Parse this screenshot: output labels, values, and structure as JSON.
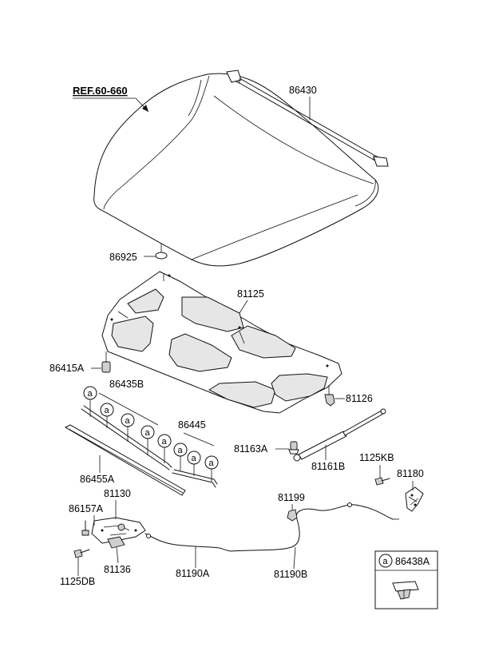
{
  "reference": "REF.60-660",
  "callout_letter": "a",
  "legend_box": {
    "letter": "a",
    "part_number": "86438A"
  },
  "parts": {
    "p86430": "86430",
    "p86925": "86925",
    "p81125": "81125",
    "p86415A": "86415A",
    "p86435B": "86435B",
    "p81126": "81126",
    "p86445": "86445",
    "p81163A": "81163A",
    "p81161B": "81161B",
    "p86455A": "86455A",
    "p1125KB": "1125KB",
    "p81180": "81180",
    "p81130": "81130",
    "p81199": "81199",
    "p86157A": "86157A",
    "p1125DB": "1125DB",
    "p81136": "81136",
    "p81190A": "81190A",
    "p81190B": "81190B"
  }
}
